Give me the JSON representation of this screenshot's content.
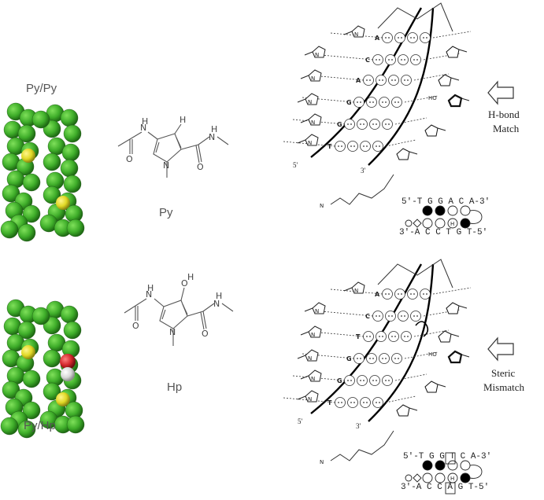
{
  "models": {
    "top_label": "Py/Py",
    "bottom_label": "Py/Hp"
  },
  "structures": {
    "py_name": "Py",
    "hp_name": "Hp",
    "atoms": {
      "N": "N",
      "H": "H",
      "O": "O",
      "HO": "HO"
    }
  },
  "panels": {
    "top": {
      "label_line1": "H-bond",
      "label_line2": "Match",
      "bases": [
        "A",
        "C",
        "A",
        "G",
        "G",
        "T"
      ],
      "seq_top": "5'-T G G A C A-3'",
      "seq_bottom": "3'-A C C T G T-5'",
      "end5": "5'",
      "end3": "3'"
    },
    "bottom": {
      "label_line1": "Steric",
      "label_line2": "Mismatch",
      "bases": [
        "A",
        "C",
        "T",
        "G",
        "G",
        "T"
      ],
      "seq_top": "5'-T G G T C A-3'",
      "seq_bottom": "3'-A C C A G T-5'",
      "end5": "5'",
      "end3": "3'"
    }
  },
  "colors": {
    "sphere_green": "#3fae2a",
    "sphere_yellow": "#e0d825",
    "sphere_red": "#d2262a",
    "sphere_white": "#d8d8d8"
  }
}
